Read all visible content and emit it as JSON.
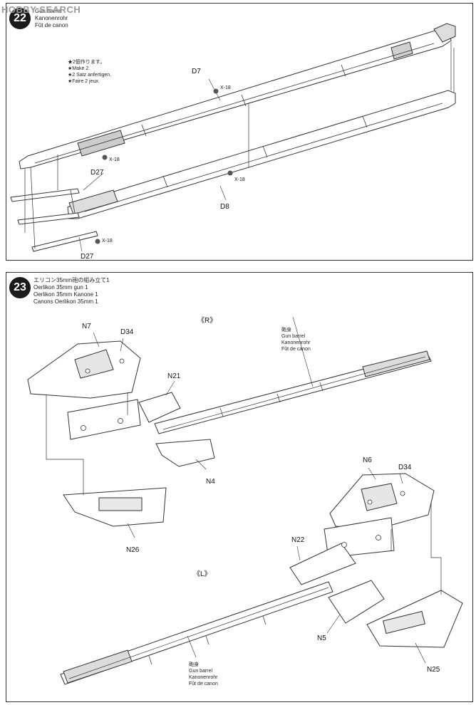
{
  "watermark": "HOBBY SEARCH",
  "step22": {
    "number": "22",
    "titles": [
      "Gun barrel",
      "Kanonenrohr",
      "Fût de canon"
    ],
    "note": [
      "★2個作ります。",
      "★Make 2.",
      "★2 Satz anfertigen.",
      "★Faire 2 jeux."
    ],
    "labels": {
      "d7": "D7",
      "d27_top": "D27",
      "d27_bottom": "D27",
      "d8": "D8",
      "x18": "X-18"
    }
  },
  "step23": {
    "number": "23",
    "titles": [
      "エリコン35mm砲の組み立て1",
      "Oerlikon 35mm gun 1",
      "Oerlikon 35mm Kanone 1",
      "Canons Oerlikon 35mm 1"
    ],
    "side_r": "《R》",
    "side_l": "《L》",
    "barrel_caption": [
      "砲身",
      "Gun barrel",
      "Kanonenrohr",
      "Fût de canon"
    ],
    "labels": {
      "n7": "N7",
      "d34": "D34",
      "n21": "N21",
      "n4": "N4",
      "n26": "N26",
      "n6": "N6",
      "n22": "N22",
      "n5": "N5",
      "n25": "N25"
    }
  }
}
